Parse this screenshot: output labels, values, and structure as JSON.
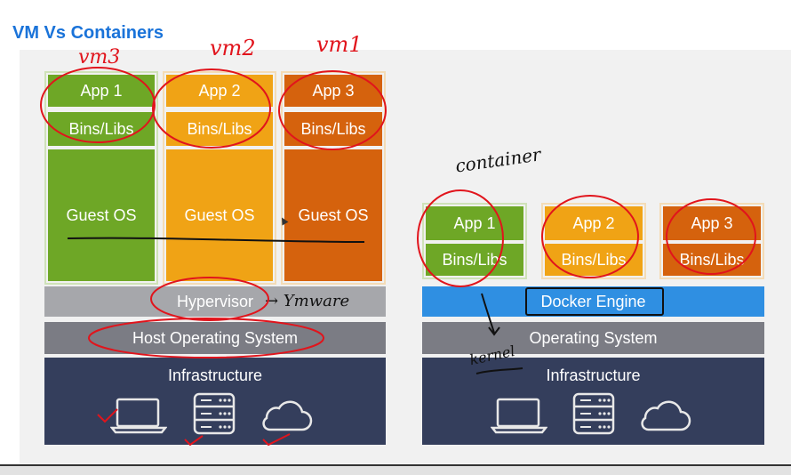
{
  "title": "VM Vs Containers",
  "vm_stack": {
    "columns": [
      {
        "app": "App 1",
        "bins": "Bins/Libs",
        "os": "Guest OS"
      },
      {
        "app": "App 2",
        "bins": "Bins/Libs",
        "os": "Guest OS"
      },
      {
        "app": "App 3",
        "bins": "Bins/Libs",
        "os": "Guest OS"
      }
    ],
    "hypervisor": "Hypervisor",
    "host_os": "Host Operating System",
    "infrastructure": "Infrastructure"
  },
  "container_stack": {
    "columns": [
      {
        "app": "App 1",
        "bins": "Bins/Libs"
      },
      {
        "app": "App 2",
        "bins": "Bins/Libs"
      },
      {
        "app": "App 3",
        "bins": "Bins/Libs"
      }
    ],
    "engine": "Docker Engine",
    "os": "Operating System",
    "infrastructure": "Infrastructure"
  },
  "annotations": {
    "vm3": "vm3",
    "vm2": "vm2",
    "vm1": "vm1",
    "container": "container",
    "vmware": "→ Ymware",
    "kernel": "kernel"
  },
  "icons": [
    "laptop-icon",
    "server-icon",
    "cloud-icon"
  ],
  "colors": {
    "title": "#1a73d9",
    "green": "#6ea726",
    "orange": "#f0a315",
    "dark_orange": "#d5620d",
    "navy": "#343e5c",
    "docker_blue": "#2f8fe2",
    "annotation_red": "#e1141c"
  }
}
